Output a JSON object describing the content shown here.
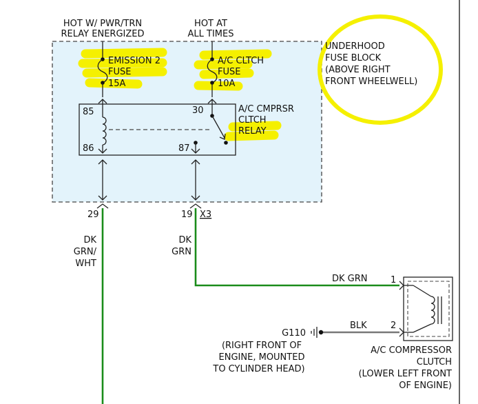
{
  "sources": {
    "left": {
      "line1": "HOT W/ PWR/TRN",
      "line2": "RELAY ENERGIZED"
    },
    "right": {
      "line1": "HOT AT",
      "line2": "ALL TIMES"
    }
  },
  "fuse_block": {
    "line1": "UNDERHOOD",
    "line2": "FUSE BLOCK",
    "line3": "(ABOVE RIGHT",
    "line4": "FRONT WHEELWELL)"
  },
  "fuses": [
    {
      "name": "EMISSION 2",
      "kind": "FUSE",
      "rating": "15A"
    },
    {
      "name": "A/C CLTCH",
      "kind": "FUSE",
      "rating": "10A"
    }
  ],
  "relay": {
    "line1": "A/C CMPRSR",
    "line2": "CLTCH",
    "line3": "RELAY",
    "pins": {
      "p85": "85",
      "p86": "86",
      "p30": "30",
      "p87": "87"
    }
  },
  "connector": {
    "left_pin": "29",
    "right_pin": "19",
    "id": "X3"
  },
  "wires": {
    "left": {
      "line1": "DK",
      "line2": "GRN/",
      "line3": "WHT"
    },
    "right": {
      "line1": "DK",
      "line2": "GRN"
    },
    "to_clutch": "DK GRN",
    "ground": "BLK"
  },
  "ground": {
    "id": "G110",
    "line1": "(RIGHT FRONT OF",
    "line2": "ENGINE, MOUNTED",
    "line3": "TO CYLINDER HEAD)"
  },
  "clutch": {
    "pin1": "1",
    "pin2": "2",
    "line1": "A/C COMPRESSOR",
    "line2": "CLUTCH",
    "line3": "(LOWER LEFT FRONT",
    "line4": "OF ENGINE)"
  },
  "colors": {
    "highlight": "#f5f000",
    "fuse_block_fill": "#e3f3fb",
    "green_wire": "#1a8c1a",
    "black_wire": "#777777"
  }
}
